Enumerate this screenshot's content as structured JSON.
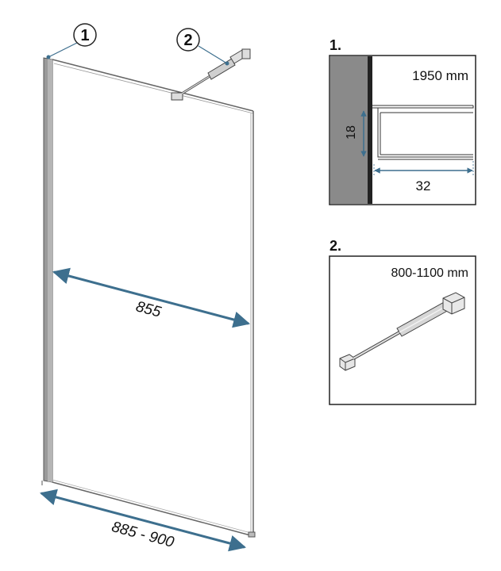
{
  "callouts": {
    "one": "1",
    "two": "2"
  },
  "main": {
    "width_dim": "855",
    "total_dim": "885 - 900"
  },
  "detail1": {
    "label": "1.",
    "height": "1950 mm",
    "profile_height": "18",
    "profile_depth": "32"
  },
  "detail2": {
    "label": "2.",
    "length": "800-1100 mm"
  },
  "colors": {
    "dimension_arrow": "#3d6f8e",
    "wall": "#8a8a8a",
    "profile": "#9a9a9a"
  }
}
